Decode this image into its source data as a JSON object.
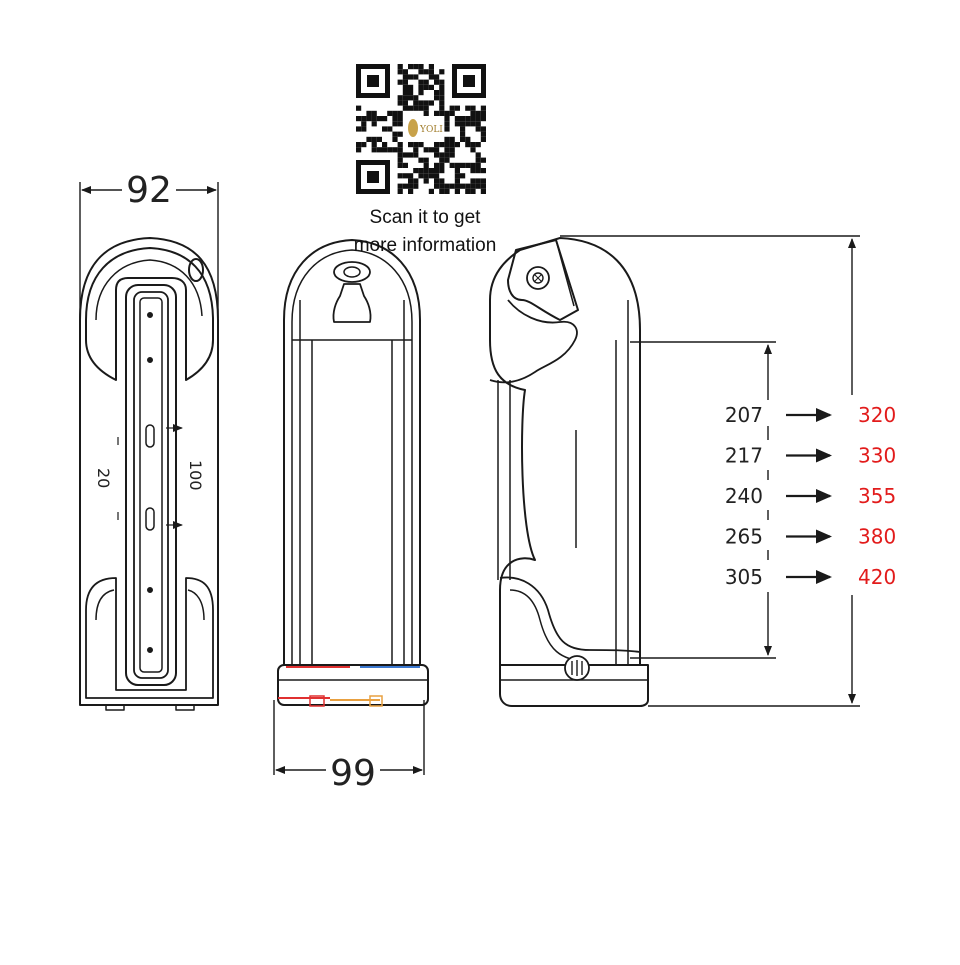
{
  "qr": {
    "caption_line1": "Scan it to get",
    "caption_line2": "more information",
    "logo_text": "YOLI"
  },
  "dimensions": {
    "width_side": "92",
    "width_front": "99",
    "slot_inner": "20",
    "slot_outer": "100"
  },
  "length_table": {
    "rows": [
      {
        "inner": "207",
        "overall": "320"
      },
      {
        "inner": "217",
        "overall": "330"
      },
      {
        "inner": "240",
        "overall": "355"
      },
      {
        "inner": "265",
        "overall": "380"
      },
      {
        "inner": "305",
        "overall": "420"
      }
    ]
  },
  "colors": {
    "line": "#1a1a1a",
    "overall_value": "#e21b1b",
    "connector_accent_red": "#e03030",
    "connector_accent_blue": "#3a78d0",
    "connector_accent_orange": "#e8a040"
  }
}
